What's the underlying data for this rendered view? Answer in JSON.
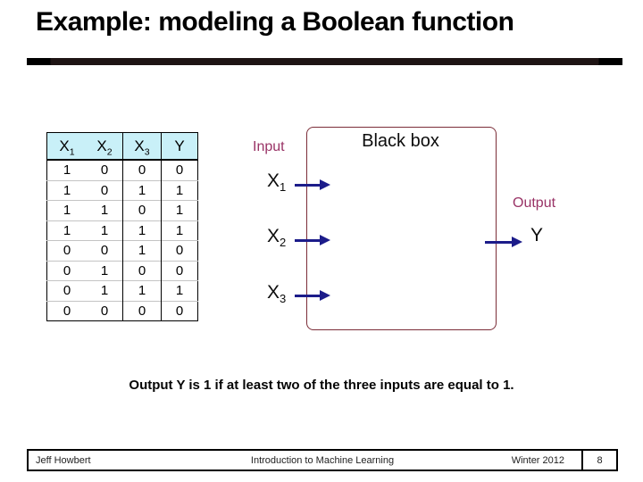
{
  "colors": {
    "title": "#000000",
    "header_bg": "#c9f0f8",
    "box_border": "#7b2d38",
    "arrow": "#1c1c8a",
    "io_label": "#993366"
  },
  "slide": {
    "title": "Example: modeling a Boolean function",
    "caption": "Output Y is 1 if at least two of the three inputs are equal to 1."
  },
  "truth_table": {
    "headers": [
      {
        "base": "X",
        "sub": "1"
      },
      {
        "base": "X",
        "sub": "2"
      },
      {
        "base": "X",
        "sub": "3"
      },
      {
        "base": "Y",
        "sub": ""
      }
    ],
    "rows": [
      [
        "1",
        "0",
        "0",
        "0"
      ],
      [
        "1",
        "0",
        "1",
        "1"
      ],
      [
        "1",
        "1",
        "0",
        "1"
      ],
      [
        "1",
        "1",
        "1",
        "1"
      ],
      [
        "0",
        "0",
        "1",
        "0"
      ],
      [
        "0",
        "1",
        "0",
        "0"
      ],
      [
        "0",
        "1",
        "1",
        "1"
      ],
      [
        "0",
        "0",
        "0",
        "0"
      ]
    ]
  },
  "diagram": {
    "box_label": "Black box",
    "input_label": "Input",
    "output_label": "Output",
    "inputs": [
      {
        "base": "X",
        "sub": "1"
      },
      {
        "base": "X",
        "sub": "2"
      },
      {
        "base": "X",
        "sub": "3"
      }
    ],
    "output": {
      "base": "Y",
      "sub": ""
    }
  },
  "footer": {
    "author": "Jeff Howbert",
    "course": "Introduction to Machine Learning",
    "term": "Winter 2012",
    "page": "8"
  }
}
